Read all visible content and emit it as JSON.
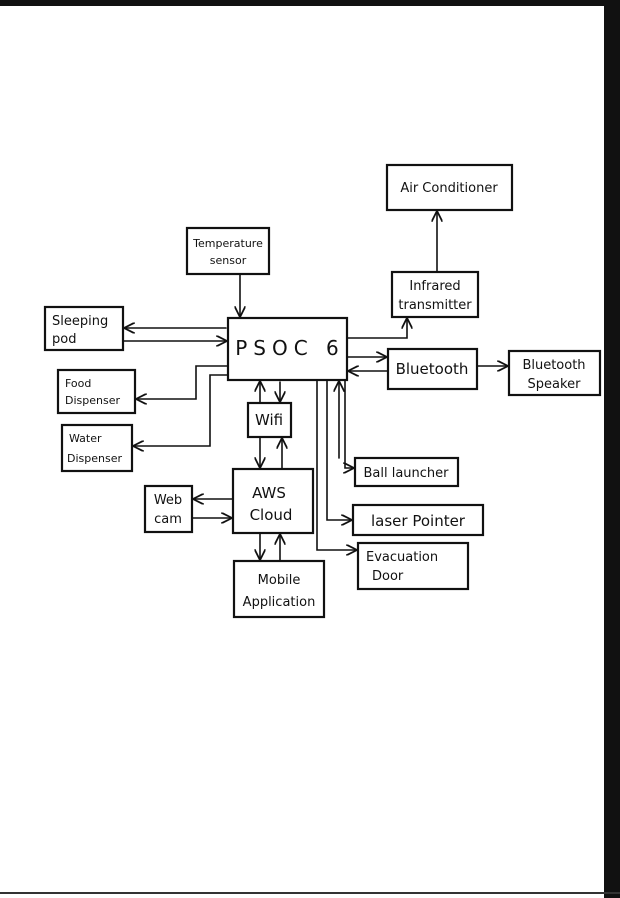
{
  "blocks": {
    "psoc": "PSOC 6",
    "temperature_sensor": [
      "Temperature",
      "sensor"
    ],
    "air_conditioner": "Air Conditioner",
    "infrared_transmitter": [
      "Infrared",
      "transmitter"
    ],
    "sleeping_pod": [
      "Sleeping",
      "pod"
    ],
    "food_dispenser": [
      "Food",
      "Dispenser"
    ],
    "water_dispenser": [
      "Water",
      "Dispenser"
    ],
    "bluetooth": "Bluetooth",
    "bluetooth_speaker": [
      "Bluetooth",
      "Speaker"
    ],
    "wifi": "Wifi",
    "aws_cloud": [
      "AWS",
      "Cloud"
    ],
    "web_cam": [
      "Web",
      "cam"
    ],
    "mobile_application": [
      "Mobile",
      "Application"
    ],
    "ball_launcher": "Ball launcher",
    "laser_pointer": "laser Pointer",
    "evacuation_door": [
      "Evacuation",
      "Door"
    ]
  }
}
